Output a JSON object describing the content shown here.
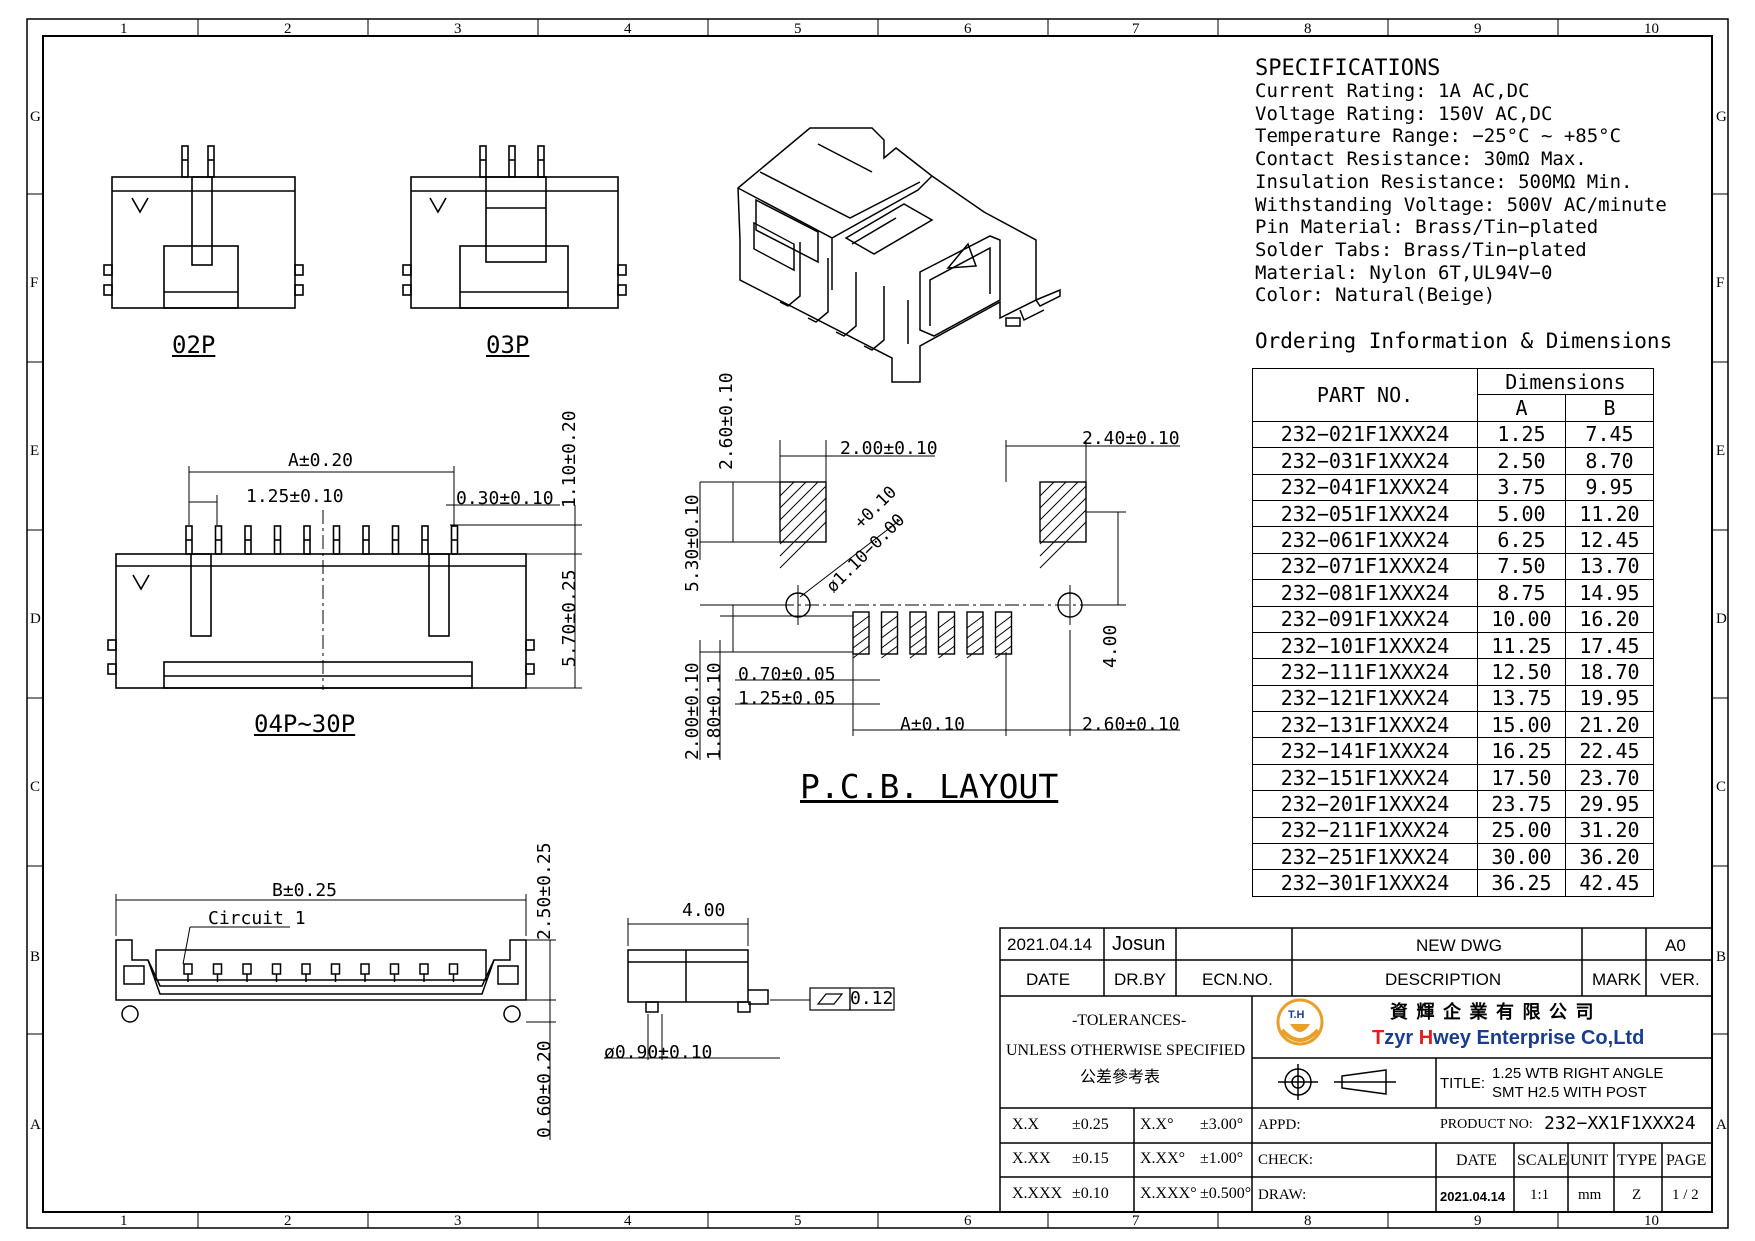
{
  "grid": {
    "columns": [
      "1",
      "2",
      "3",
      "4",
      "5",
      "6",
      "7",
      "8",
      "9",
      "10"
    ],
    "rows": [
      "G",
      "F",
      "E",
      "D",
      "C",
      "B",
      "A"
    ]
  },
  "specifications": {
    "title": "SPECIFICATIONS",
    "lines": [
      "Current Rating: 1A AC,DC",
      "Voltage Rating: 150V AC,DC",
      "Temperature Range: −25°C ~ +85°C",
      "Contact Resistance: 30mΩ Max.",
      "Insulation Resistance: 500MΩ Min.",
      "Withstanding Voltage: 500V AC/minute",
      "Pin Material: Brass/Tin−plated",
      "Solder Tabs: Brass/Tin−plated",
      "Material: Nylon 6T,UL94V−0",
      "Color: Natural(Beige)"
    ]
  },
  "ordering": {
    "title": "Ordering Information & Dimensions",
    "header_part": "PART NO.",
    "header_dimensions": "Dimensions",
    "header_a": "A",
    "header_b": "B",
    "rows": [
      {
        "part": "232−021F1XXX24",
        "a": "1.25",
        "b": "7.45"
      },
      {
        "part": "232−031F1XXX24",
        "a": "2.50",
        "b": "8.70"
      },
      {
        "part": "232−041F1XXX24",
        "a": "3.75",
        "b": "9.95"
      },
      {
        "part": "232−051F1XXX24",
        "a": "5.00",
        "b": "11.20"
      },
      {
        "part": "232−061F1XXX24",
        "a": "6.25",
        "b": "12.45"
      },
      {
        "part": "232−071F1XXX24",
        "a": "7.50",
        "b": "13.70"
      },
      {
        "part": "232−081F1XXX24",
        "a": "8.75",
        "b": "14.95"
      },
      {
        "part": "232−091F1XXX24",
        "a": "10.00",
        "b": "16.20"
      },
      {
        "part": "232−101F1XXX24",
        "a": "11.25",
        "b": "17.45"
      },
      {
        "part": "232−111F1XXX24",
        "a": "12.50",
        "b": "18.70"
      },
      {
        "part": "232−121F1XXX24",
        "a": "13.75",
        "b": "19.95"
      },
      {
        "part": "232−131F1XXX24",
        "a": "15.00",
        "b": "21.20"
      },
      {
        "part": "232−141F1XXX24",
        "a": "16.25",
        "b": "22.45"
      },
      {
        "part": "232−151F1XXX24",
        "a": "17.50",
        "b": "23.70"
      },
      {
        "part": "232−201F1XXX24",
        "a": "23.75",
        "b": "29.95"
      },
      {
        "part": "232−211F1XXX24",
        "a": "25.00",
        "b": "31.20"
      },
      {
        "part": "232−251F1XXX24",
        "a": "30.00",
        "b": "36.20"
      },
      {
        "part": "232−301F1XXX24",
        "a": "36.25",
        "b": "42.45"
      }
    ]
  },
  "views": {
    "label_02p": "02P",
    "label_03p": "03P",
    "label_04p": "04P~30P",
    "pcb_title": "P.C.B. LAYOUT"
  },
  "dims": {
    "a_020": "A±0.20",
    "p125_010": "1.25±0.10",
    "p030_010": "0.30±0.10",
    "v110_020": "1.10±0.20",
    "v570_025": "5.70±0.25",
    "b_025": "B±0.25",
    "circuit1": "Circuit 1",
    "v250_025": "2.50±0.25",
    "v060_020": "0.60±0.20",
    "h400": "4.00",
    "flat_012": "0.12",
    "d090_010": "ø0.90±0.10",
    "v260_010": "2.60±0.10",
    "h200_010": "2.00±0.10",
    "h240_010": "2.40±0.10",
    "v530_010": "5.30±0.10",
    "hole_tol": "+0.10",
    "hole_dia": "ø1.10−0.00",
    "v400": "4.00",
    "h070_005": "0.70±0.05",
    "h125_005": "1.25±0.05",
    "v200_010": "2.00±0.10",
    "v180_010": "1.80±0.10",
    "a_010": "A±0.10",
    "h260_010": "2.60±0.10"
  },
  "title_block": {
    "date_value": "2021.04.14",
    "drawn_by": "Josun",
    "description_value": "NEW DWG",
    "version_value": "A0",
    "h_date": "DATE",
    "h_drby": "DR.BY",
    "h_ecn": "ECN.NO.",
    "h_description": "DESCRIPTION",
    "h_mark": "MARK",
    "h_ver": "VER.",
    "tolerances_title": "-TOLERANCES-",
    "tolerances_sub": "UNLESS OTHERWISE SPECIFIED",
    "tolerances_cn": "公差參考表",
    "company_cn": "資 輝 企 業 有 限 公 司",
    "company_en_t": "T",
    "company_en_zyr": "zyr ",
    "company_en_h": "H",
    "company_en_rest": "wey Enterprise Co,Ltd",
    "logo_text": "T.H",
    "title_label": "TITLE:",
    "title_line1": "1.25 WTB RIGHT ANGLE",
    "title_line2": "SMT H2.5 WITH POST",
    "appd": "APPD:",
    "check": "CHECK:",
    "draw": "DRAW:",
    "product_no_label": "PRODUCT NO:",
    "product_no": "232−XX1F1XXX24",
    "h_date2": "DATE",
    "h_scale": "SCALE",
    "h_unit": "UNIT",
    "h_type": "TYPE",
    "h_page": "PAGE",
    "date2": "2021.04.14",
    "scale": "1:1",
    "unit": "mm",
    "type": "Z",
    "page": "1 / 2",
    "tol_x": "X.X",
    "tol_x_v": "±0.25",
    "tol_xx": "X.XX",
    "tol_xx_v": "±0.15",
    "tol_xxx": "X.XXX",
    "tol_xxx_v": "±0.10",
    "tol_ax": "X.X°",
    "tol_ax_v": "±3.00°",
    "tol_axx": "X.XX°",
    "tol_axx_v": "±1.00°",
    "tol_axxx": "X.XXX°",
    "tol_axxx_v": "±0.500°"
  },
  "colors": {
    "line": "#000000",
    "brand_orange": "#e8a02a",
    "brand_red": "#e02020",
    "brand_blue": "#1a3d8f"
  }
}
